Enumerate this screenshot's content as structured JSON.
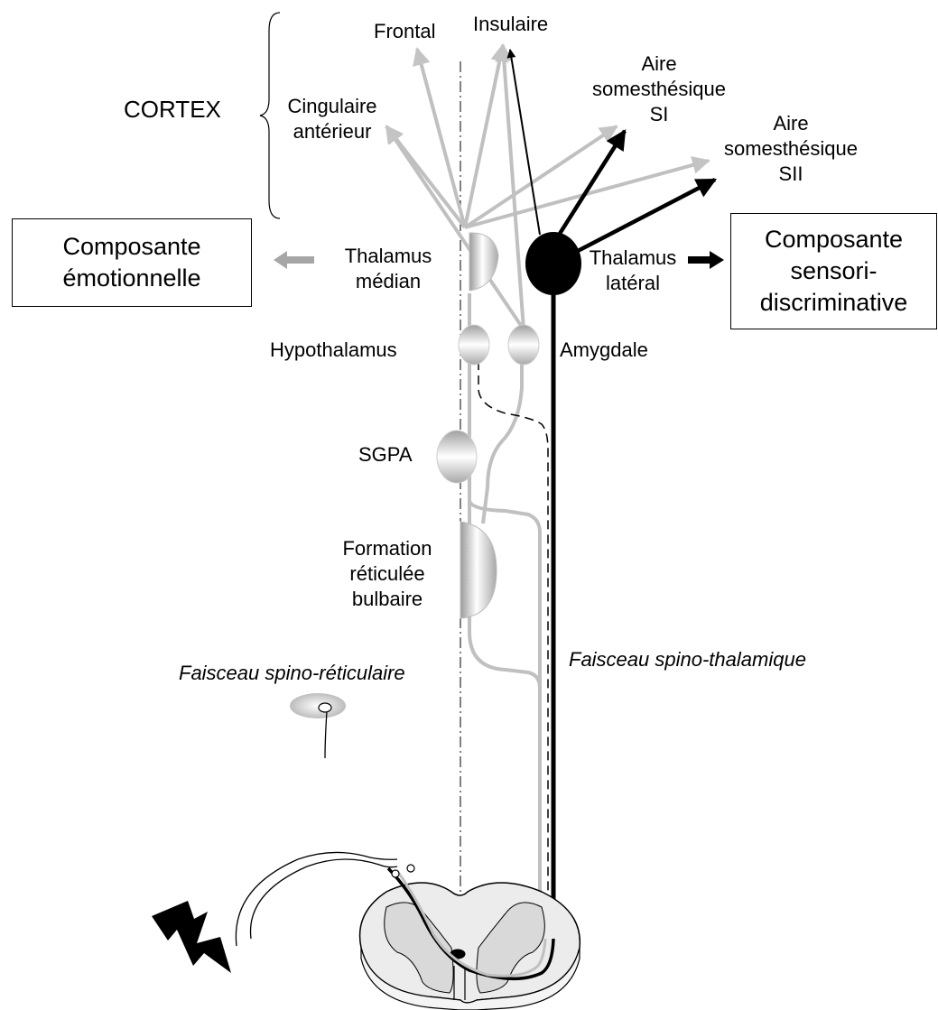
{
  "cortex": {
    "title": "CORTEX",
    "frontal": "Frontal",
    "insulaire": "Insulaire",
    "cingulaire": [
      "Cingulaire",
      "antérieur"
    ],
    "si": [
      "Aire",
      "somesthésique",
      "SI"
    ],
    "sii": [
      "Aire",
      "somesthésique",
      "SII"
    ]
  },
  "nuclei": {
    "thalamus_median": [
      "Thalamus",
      "médian"
    ],
    "thalamus_lateral": [
      "Thalamus",
      "latéral"
    ],
    "hypothalamus": "Hypothalamus",
    "amygdale": "Amygdale",
    "sgpa": "SGPA",
    "formation": [
      "Formation",
      "réticulée",
      "bulbaire"
    ]
  },
  "components": {
    "emotional": [
      "Composante",
      "émotionnelle"
    ],
    "sensory": [
      "Composante",
      "sensori-",
      "discriminative"
    ]
  },
  "tracts": {
    "spino_reticulaire": "Faisceau spino-réticulaire",
    "spino_thalamique": "Faisceau spino-thalamique"
  },
  "colors": {
    "grey_pathway": "#c0c0c0",
    "black_pathway": "#000000",
    "arrow_grey": "#a6a6a6"
  }
}
